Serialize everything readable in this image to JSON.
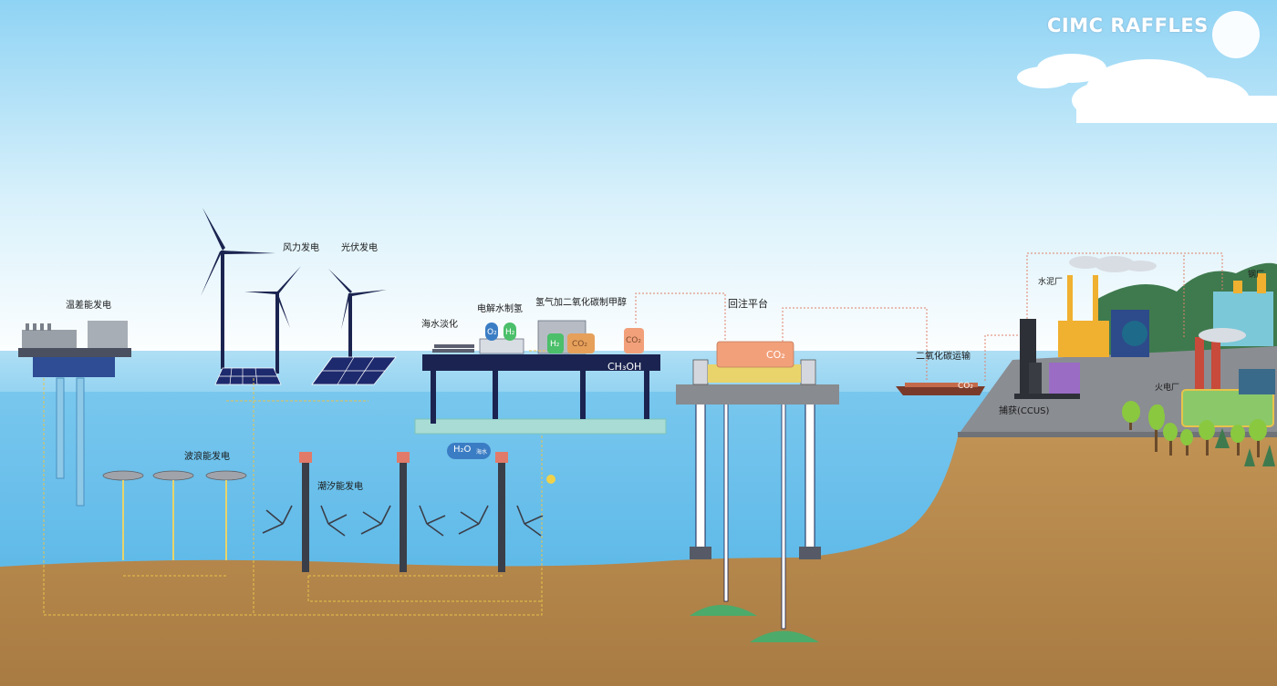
{
  "brand": "CIMC RAFFLES",
  "labels": {
    "otec": "温差能发电",
    "wind": "风力发电",
    "solar": "光伏发电",
    "desal": "海水淡化",
    "electrolysis": "电解水制氢",
    "methanol": "氢气加二氧化碳制甲醇",
    "reinjection": "回注平台",
    "co2_transport": "二氧化碳运输",
    "wave": "波浪能发电",
    "tidal": "潮汐能发电",
    "ccus": "捕获(CCUS)",
    "cement": "水泥厂",
    "steel": "钢厂",
    "power_plant": "火电厂"
  },
  "chem": {
    "o2": "O₂",
    "h2": "H₂",
    "h2_tank": "H₂",
    "co2_tank": "CO₂",
    "co2_small": "CO₂",
    "methanol": "CH₃OH",
    "co2_platform": "CO₂",
    "co2_ship": "CO₂",
    "h2o": "H₂O",
    "h2o_sub": "海水"
  },
  "colors": {
    "sky_top": "#8fd3f4",
    "sea": "#5bbbea",
    "seabed": "#b8884e",
    "platform_dark": "#1b2450",
    "co2_orange": "#f2a07a",
    "cable": "#e8c34a"
  }
}
